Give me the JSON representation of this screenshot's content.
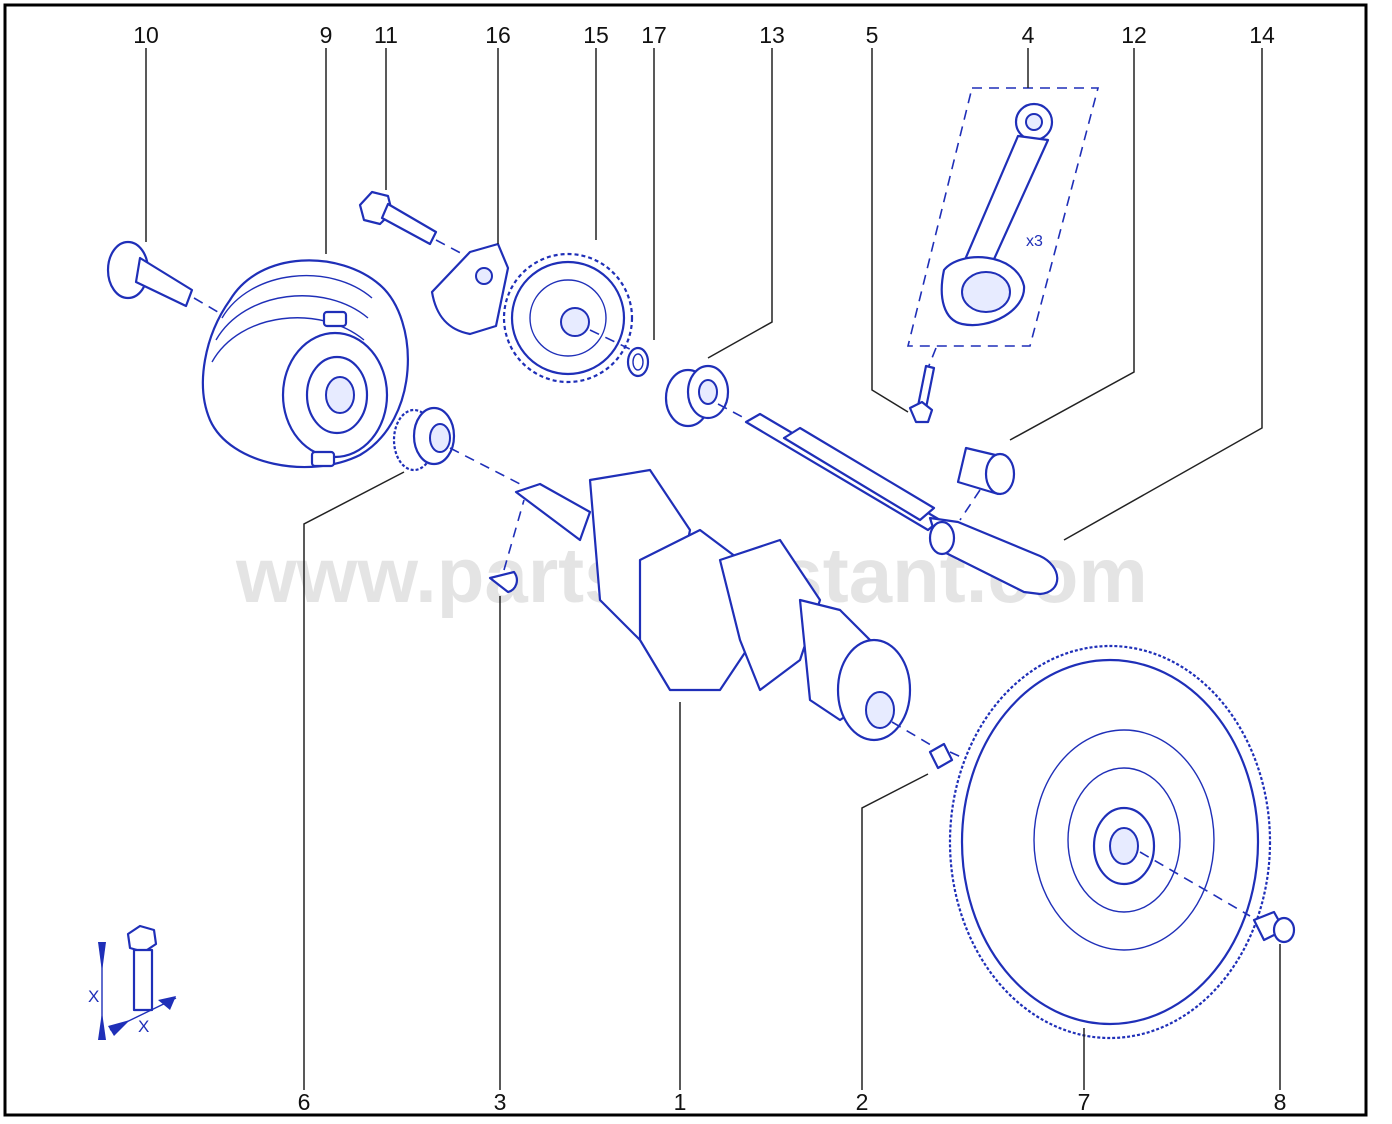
{
  "callouts": {
    "c10": "10",
    "c9": "9",
    "c11": "11",
    "c16": "16",
    "c15": "15",
    "c17": "17",
    "c13": "13",
    "c5": "5",
    "c4": "4",
    "c12": "12",
    "c14": "14",
    "c6": "6",
    "c3": "3",
    "c1": "1",
    "c2": "2",
    "c7": "7",
    "c8": "8"
  },
  "quantity_label": "x3",
  "bolt_symbol": {
    "label_vertical": "X",
    "label_horizontal": "X"
  },
  "watermark": "www.partsassistant.com",
  "colors": {
    "line": "#1f2fb8",
    "text": "#111111",
    "frame": "#000000"
  }
}
